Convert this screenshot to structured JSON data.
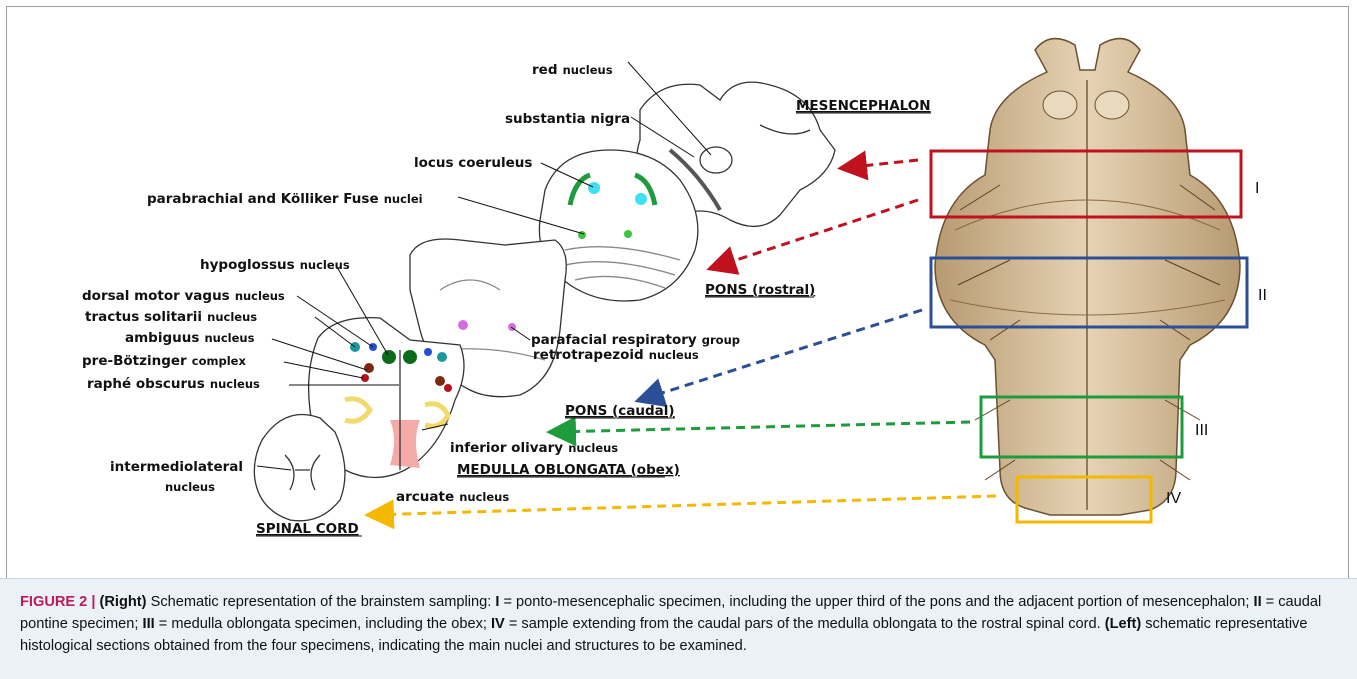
{
  "labels": {
    "red": "red",
    "red_suffix": "nucleus",
    "substantia_nigra": "substantia nigra",
    "locus_coeruleus": "locus coeruleus",
    "parabrachial": "parabrachial and Kölliker Fuse",
    "parabrachial_suffix": "nuclei",
    "hypoglossus": "hypoglossus",
    "hypoglossus_suffix": "nucleus",
    "dorsal_motor_vagus": "dorsal motor vagus",
    "dorsal_motor_vagus_suffix": "nucleus",
    "tractus_solitarii": "tractus solitarii",
    "tractus_solitarii_suffix": "nucleus",
    "ambiguus": "ambiguus",
    "ambiguus_suffix": "nucleus",
    "pre_botzinger": "pre-Bötzinger",
    "pre_botzinger_suffix": "complex",
    "raphe": "raphé obscurus",
    "raphe_suffix": "nucleus",
    "parafacial": "parafacial respiratory",
    "parafacial_suffix": "group",
    "retrotrapezoid": "retrotrapezoid",
    "retrotrapezoid_suffix": "nucleus",
    "inferior_olivary": "inferior olivary",
    "inferior_olivary_suffix": "nucleus",
    "arcuate": "arcuate",
    "arcuate_suffix": "nucleus",
    "intermediolateral": "intermediolateral",
    "intermediolateral_line2": "nucleus"
  },
  "regions": {
    "mesencephalon": "MESENCEPHALON",
    "pons_rostral": "PONS (rostral)",
    "pons_caudal": "PONS (caudal)",
    "medulla": "MEDULLA OBLONGATA (obex)",
    "spinal_cord": "SPINAL CORD"
  },
  "specimens": [
    {
      "numeral": "I",
      "color": "#c0111f"
    },
    {
      "numeral": "II",
      "color": "#2a4f97"
    },
    {
      "numeral": "III",
      "color": "#1e9b3c"
    },
    {
      "numeral": "IV",
      "color": "#f5b800"
    }
  ],
  "arrow_colors": {
    "red": "#c0111f",
    "blue": "#2a4f97",
    "green": "#1e9b3c",
    "yellow": "#f5b800"
  },
  "caption": {
    "figure_number": "FIGURE 2 |",
    "right_label": "(Right)",
    "text_1": " Schematic representation of the brainstem sampling: ",
    "i_numeral": "I",
    "text_2": " = ponto-mesencephalic specimen, including the upper third of the pons and the adjacent portion of mesencephalon; ",
    "ii_numeral": "II",
    "text_3": " = caudal pontine specimen; ",
    "iii_numeral": "III",
    "text_4": " = medulla oblongata specimen, including the obex; ",
    "iv_numeral": "IV",
    "text_5": " = sample extending from the caudal pars of the medulla oblongata to the rostral spinal cord. ",
    "left_label": "(Left)",
    "text_6": " schematic representative histological sections obtained from the four specimens, indicating the main nuclei and structures to be examined."
  }
}
